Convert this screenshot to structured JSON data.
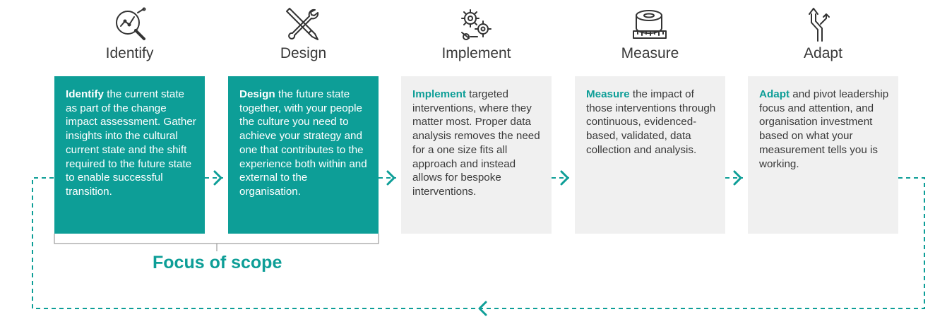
{
  "colors": {
    "accent": "#0d9e97",
    "inactive_box": "#f0f0f0",
    "text": "#3a3a3a"
  },
  "stages": [
    {
      "title": "Identify",
      "icon": "magnifier-chart-icon",
      "keyword": "Identify",
      "body": "  the current state as part of the change impact assessment. Gather insights into the cultural current state and the shift required to the future state to enable successful transition.",
      "in_scope": true
    },
    {
      "title": "Design",
      "icon": "pencil-wrench-icon",
      "keyword": "Design",
      "body": " the future state together, with your people the culture you need to achieve your strategy and one that contributes to the experience both within and external to the organisation.",
      "in_scope": true
    },
    {
      "title": "Implement",
      "icon": "gears-icon",
      "keyword": "Implement",
      "body": " targeted interventions, where they matter most. Proper data analysis removes the need for a one size fits all approach and instead allows for bespoke interventions.",
      "in_scope": false
    },
    {
      "title": "Measure",
      "icon": "tape-measure-icon",
      "keyword": "Measure",
      "body": " the impact of those interventions through continuous, evidenced-based, validated, data collection and analysis.",
      "in_scope": false
    },
    {
      "title": "Adapt",
      "icon": "diverging-arrow-icon",
      "keyword": "Adapt",
      "body": " and pivot leadership focus and attention, and organisation investment based on what your measurement tells you is working.",
      "in_scope": false
    }
  ],
  "scope_label": "Focus of scope"
}
